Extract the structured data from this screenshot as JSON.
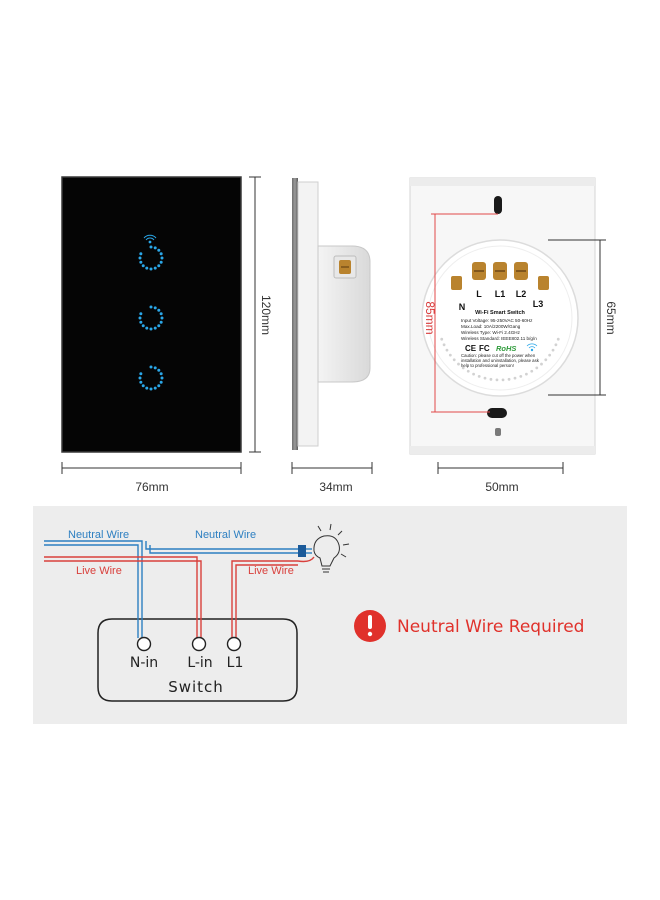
{
  "dimensions": {
    "front_height": "120mm",
    "front_width": "76mm",
    "side_depth": "34mm",
    "back_width": "50mm",
    "back_height": "85mm",
    "back_depth": "65mm"
  },
  "back_panel": {
    "terminal_labels": [
      "L",
      "L1",
      "L2"
    ],
    "side_labels": [
      "N",
      "L3"
    ],
    "title": "Wi-Fi Smart Switch",
    "spec_lines": [
      "Input Voltage: 95-250VAC 50-60Hz",
      "Max.Load: 10A/2200W/Gang",
      "Wireless Type: Wi-Fi 2.4GHz",
      "Wireless Standard: IEEE802.11 b/g/n"
    ],
    "certifications": [
      "CE",
      "FC",
      "RoHS"
    ],
    "caution_lines": [
      "Caution: please cut off the power when",
      "installation and uninstallation, please ask",
      "help to professional person!"
    ]
  },
  "wiring": {
    "neutral_wire_label": "Neutral Wire",
    "live_wire_label": "Live Wire",
    "terminals": [
      "N-in",
      "L-in",
      "L1"
    ],
    "switch_label": "Switch",
    "warning_text": "Neutral Wire Required"
  },
  "colors": {
    "neutral_wire": "#2d7fc1",
    "live_wire": "#d9403c",
    "warning": "#e0312b",
    "panel_bg": "#ededed",
    "glass": "#050505",
    "led": "#2aa7e8"
  }
}
